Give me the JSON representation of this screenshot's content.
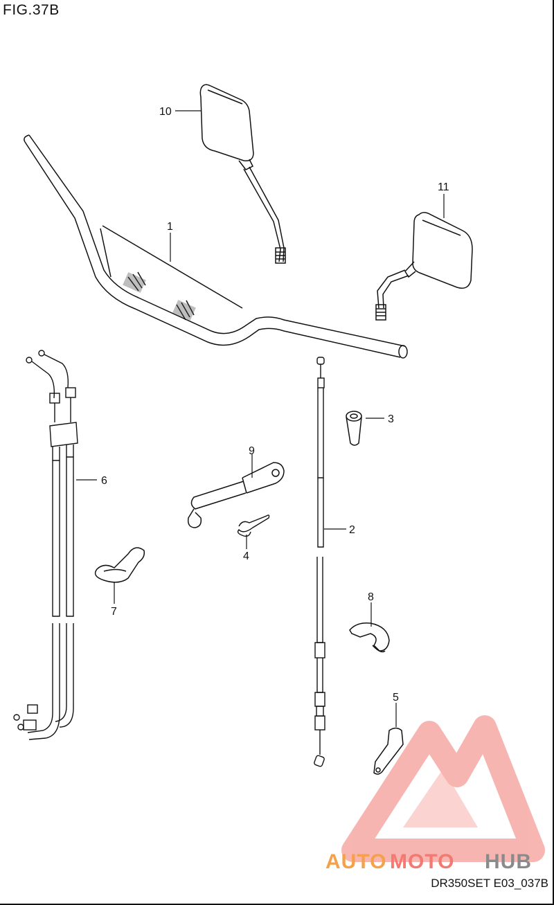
{
  "figure": {
    "title": "FIG.37B",
    "code": "DR350SET E03_037B"
  },
  "watermark": {
    "part1": "AUTO",
    "part2": "MOTO",
    "part3": "HUB",
    "color_auto": "#f5a04a",
    "color_moto": "#f27a72",
    "color_hub": "#8a8a8a",
    "logo_color": "#f27a72"
  },
  "callouts": {
    "c1": "1",
    "c2": "2",
    "c3": "3",
    "c4": "4",
    "c5": "5",
    "c6": "6",
    "c7": "7",
    "c8": "8",
    "c9": "9",
    "c10": "10",
    "c11": "11"
  }
}
